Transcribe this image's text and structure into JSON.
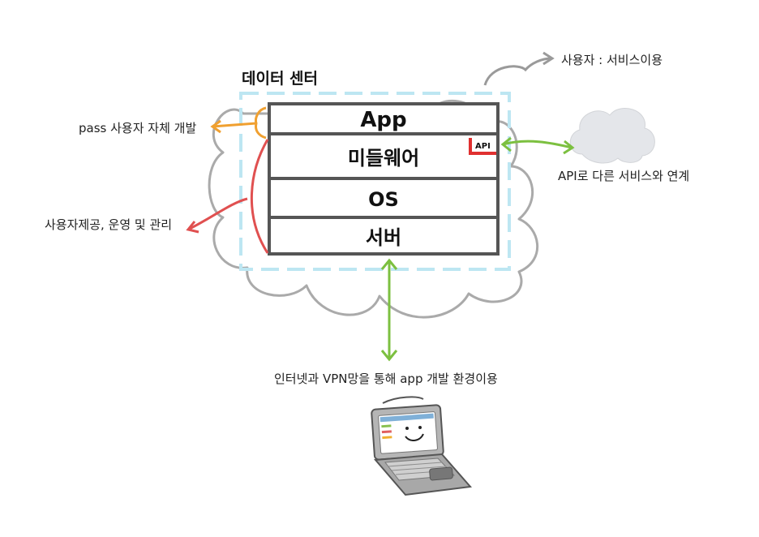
{
  "diagram": {
    "title": "데이터 센터",
    "layers": [
      "App",
      "미들웨어",
      "OS",
      "서버"
    ],
    "api_badge": "API",
    "notes": {
      "user_service": "사용자 : 서비스이용",
      "paas_dev": "pass 사용자 자체 개발",
      "provider_ops": "사용자제공, 운영 및 관리",
      "api_link": "API로 다른 서비스와 연계",
      "internet": "인터넷과 VPN망을 통해 app 개발 환경이용"
    },
    "colors": {
      "cloud_outline": "#aaaaaa",
      "datacenter_border": "#bde6f2",
      "stack_border": "#555555",
      "orange": "#f0a030",
      "red": "#e05050",
      "green": "#7cc040",
      "gray_arrow": "#9a9a9a",
      "remote_cloud": "#e4e6ea",
      "laptop": "#666666"
    }
  }
}
